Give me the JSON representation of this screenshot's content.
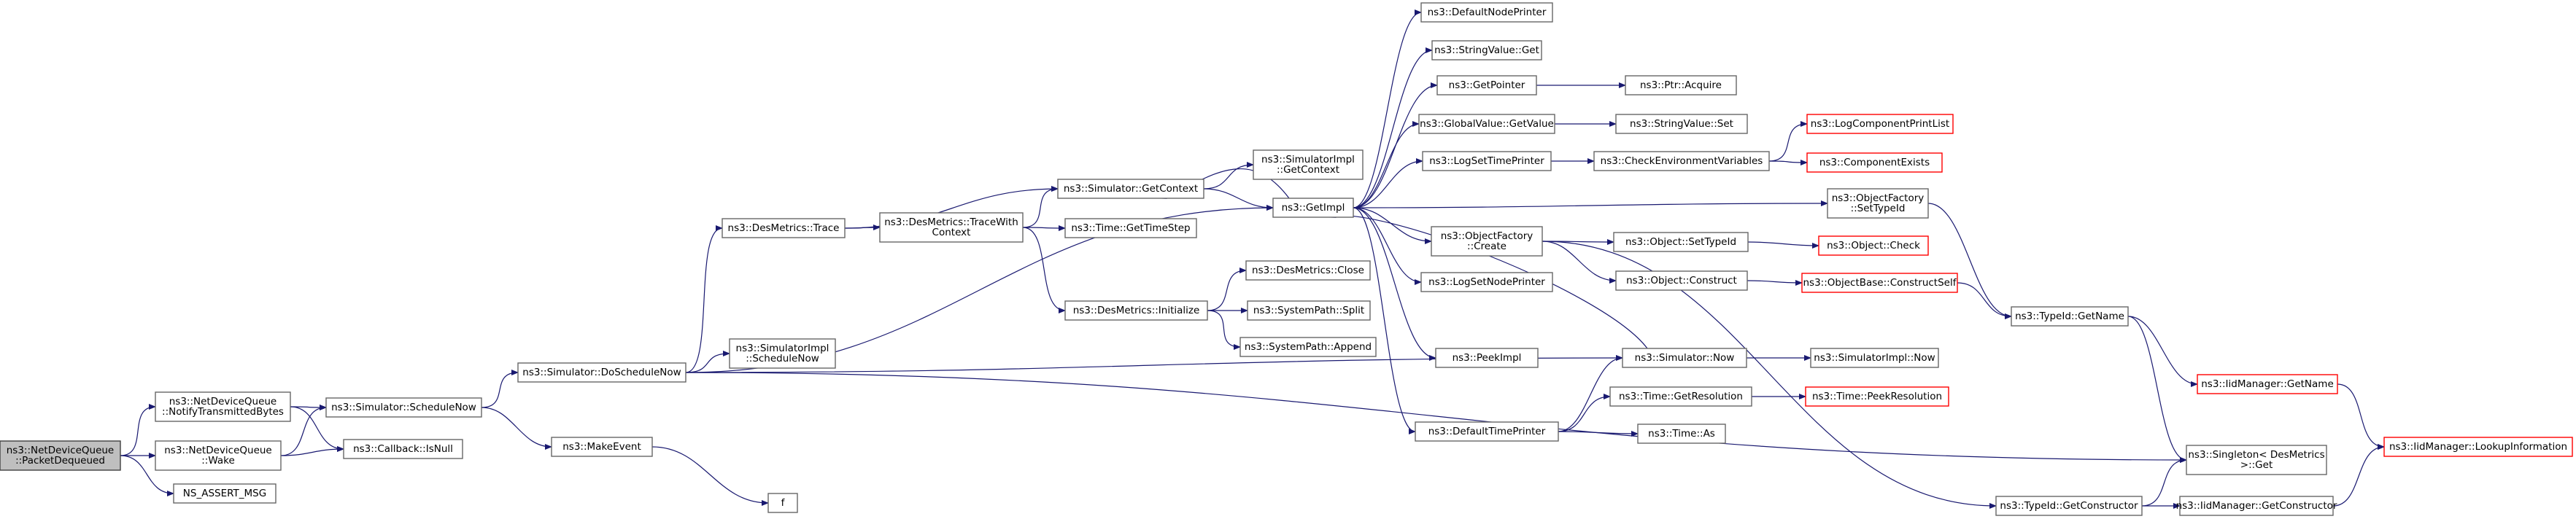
{
  "colors": {
    "edge": "#191970",
    "normal_border": "#666666",
    "highlight_border": "#ff0000",
    "root_fill": "#bfbfbf"
  },
  "nodes": [
    {
      "id": "root",
      "lines": [
        "ns3::NetDeviceQueue",
        "::PacketDequeued"
      ],
      "style": "root"
    },
    {
      "id": "notify",
      "lines": [
        "ns3::NetDeviceQueue",
        "::NotifyTransmittedBytes"
      ]
    },
    {
      "id": "wake",
      "lines": [
        "ns3::NetDeviceQueue",
        "::Wake"
      ]
    },
    {
      "id": "assert",
      "lines": [
        "NS_ASSERT_MSG"
      ]
    },
    {
      "id": "schedulenow",
      "lines": [
        "ns3::Simulator::ScheduleNow"
      ]
    },
    {
      "id": "isnull",
      "lines": [
        "ns3::Callback::IsNull"
      ]
    },
    {
      "id": "doschedulenow",
      "lines": [
        "ns3::Simulator::DoScheduleNow"
      ]
    },
    {
      "id": "makeevent",
      "lines": [
        "ns3::MakeEvent"
      ]
    },
    {
      "id": "f",
      "lines": [
        "f"
      ]
    },
    {
      "id": "destrace",
      "lines": [
        "ns3::DesMetrics::Trace"
      ]
    },
    {
      "id": "simimplschednow",
      "lines": [
        "ns3::SimulatorImpl",
        "::ScheduleNow"
      ]
    },
    {
      "id": "tracewithcontext",
      "lines": [
        "ns3::DesMetrics::TraceWith",
        "Context"
      ]
    },
    {
      "id": "getcontext",
      "lines": [
        "ns3::Simulator::GetContext"
      ]
    },
    {
      "id": "gettimestep",
      "lines": [
        "ns3::Time::GetTimeStep"
      ]
    },
    {
      "id": "desinit",
      "lines": [
        "ns3::DesMetrics::Initialize"
      ]
    },
    {
      "id": "simimplgetcontext",
      "lines": [
        "ns3::SimulatorImpl",
        "::GetContext"
      ]
    },
    {
      "id": "desclose",
      "lines": [
        "ns3::DesMetrics::Close"
      ]
    },
    {
      "id": "syssplit",
      "lines": [
        "ns3::SystemPath::Split"
      ]
    },
    {
      "id": "sysappend",
      "lines": [
        "ns3::SystemPath::Append"
      ]
    },
    {
      "id": "getimpl",
      "lines": [
        "ns3::GetImpl"
      ]
    },
    {
      "id": "defnodeprinter",
      "lines": [
        "ns3::DefaultNodePrinter"
      ]
    },
    {
      "id": "stringvalueget",
      "lines": [
        "ns3::StringValue::Get"
      ]
    },
    {
      "id": "getpointer",
      "lines": [
        "ns3::GetPointer"
      ]
    },
    {
      "id": "globalvalueget",
      "lines": [
        "ns3::GlobalValue::GetValue"
      ]
    },
    {
      "id": "logsettimeprinter",
      "lines": [
        "ns3::LogSetTimePrinter"
      ]
    },
    {
      "id": "objfactorycreate",
      "lines": [
        "ns3::ObjectFactory",
        "::Create"
      ]
    },
    {
      "id": "logsetnodeprinter",
      "lines": [
        "ns3::LogSetNodePrinter"
      ]
    },
    {
      "id": "peekimpl",
      "lines": [
        "ns3::PeekImpl"
      ]
    },
    {
      "id": "simnow",
      "lines": [
        "ns3::Simulator::Now"
      ]
    },
    {
      "id": "deftimeprinter",
      "lines": [
        "ns3::DefaultTimePrinter"
      ]
    },
    {
      "id": "ptracquire",
      "lines": [
        "ns3::Ptr::Acquire"
      ]
    },
    {
      "id": "stringvalueset",
      "lines": [
        "ns3::StringValue::Set"
      ]
    },
    {
      "id": "checkenv",
      "lines": [
        "ns3::CheckEnvironmentVariables"
      ]
    },
    {
      "id": "objsettypeid",
      "lines": [
        "ns3::Object::SetTypeId"
      ]
    },
    {
      "id": "objconstruct",
      "lines": [
        "ns3::Object::Construct"
      ]
    },
    {
      "id": "gettimeres",
      "lines": [
        "ns3::Time::GetResolution"
      ]
    },
    {
      "id": "timeas",
      "lines": [
        "ns3::Time::As"
      ]
    },
    {
      "id": "logcompprintlist",
      "lines": [
        "ns3::LogComponentPrintList"
      ],
      "style": "red"
    },
    {
      "id": "compexists",
      "lines": [
        "ns3::ComponentExists"
      ],
      "style": "red"
    },
    {
      "id": "objcheck",
      "lines": [
        "ns3::Object::Check"
      ],
      "style": "red"
    },
    {
      "id": "objbaseconstructself",
      "lines": [
        "ns3::ObjectBase::ConstructSelf"
      ],
      "style": "red"
    },
    {
      "id": "simimplnow",
      "lines": [
        "ns3::SimulatorImpl::Now"
      ]
    },
    {
      "id": "peekres",
      "lines": [
        "ns3::Time::PeekResolution"
      ],
      "style": "red"
    },
    {
      "id": "typeidgetconstructor",
      "lines": [
        "ns3::TypeId::GetConstructor"
      ]
    },
    {
      "id": "objfactorysettypeid",
      "lines": [
        "ns3::ObjectFactory",
        "::SetTypeId"
      ]
    },
    {
      "id": "typeidgetname",
      "lines": [
        "ns3::TypeId::GetName"
      ]
    },
    {
      "id": "singletonget",
      "lines": [
        "ns3::Singleton< DesMetrics",
        " >::Get"
      ]
    },
    {
      "id": "iidmgrgetconstructor",
      "lines": [
        "ns3::IidManager::GetConstructor"
      ]
    },
    {
      "id": "iidmgrgetname",
      "lines": [
        "ns3::IidManager::GetName"
      ],
      "style": "red"
    },
    {
      "id": "iidmgrlookup",
      "lines": [
        "ns3::IidManager::LookupInformation"
      ],
      "style": "red"
    }
  ],
  "edges": [
    [
      "root",
      "notify"
    ],
    [
      "root",
      "wake"
    ],
    [
      "root",
      "assert"
    ],
    [
      "notify",
      "schedulenow"
    ],
    [
      "notify",
      "isnull"
    ],
    [
      "wake",
      "schedulenow"
    ],
    [
      "wake",
      "isnull"
    ],
    [
      "schedulenow",
      "doschedulenow"
    ],
    [
      "schedulenow",
      "makeevent"
    ],
    [
      "makeevent",
      "f"
    ],
    [
      "doschedulenow",
      "destrace"
    ],
    [
      "doschedulenow",
      "simimplschednow"
    ],
    [
      "doschedulenow",
      "getimpl"
    ],
    [
      "doschedulenow",
      "simnow"
    ],
    [
      "doschedulenow",
      "singletonget"
    ],
    [
      "destrace",
      "tracewithcontext"
    ],
    [
      "destrace",
      "getcontext"
    ],
    [
      "tracewithcontext",
      "getcontext"
    ],
    [
      "tracewithcontext",
      "gettimestep"
    ],
    [
      "tracewithcontext",
      "desinit"
    ],
    [
      "getcontext",
      "simimplgetcontext"
    ],
    [
      "getcontext",
      "getimpl"
    ],
    [
      "desinit",
      "desclose"
    ],
    [
      "desinit",
      "syssplit"
    ],
    [
      "desinit",
      "sysappend"
    ],
    [
      "getimpl",
      "getcontext"
    ],
    [
      "getimpl",
      "defnodeprinter"
    ],
    [
      "getimpl",
      "stringvalueget"
    ],
    [
      "getimpl",
      "getpointer"
    ],
    [
      "getimpl",
      "globalvalueget"
    ],
    [
      "getimpl",
      "logsettimeprinter"
    ],
    [
      "getimpl",
      "objfactorysettypeid"
    ],
    [
      "getimpl",
      "objfactorycreate"
    ],
    [
      "getimpl",
      "logsetnodeprinter"
    ],
    [
      "getimpl",
      "peekimpl"
    ],
    [
      "getimpl",
      "deftimeprinter"
    ],
    [
      "getpointer",
      "ptracquire"
    ],
    [
      "globalvalueget",
      "stringvalueset"
    ],
    [
      "logsettimeprinter",
      "checkenv"
    ],
    [
      "checkenv",
      "logcompprintlist"
    ],
    [
      "checkenv",
      "compexists"
    ],
    [
      "objfactorycreate",
      "objsettypeid"
    ],
    [
      "objfactorycreate",
      "objconstruct"
    ],
    [
      "objfactorycreate",
      "typeidgetconstructor"
    ],
    [
      "objsettypeid",
      "objcheck"
    ],
    [
      "objconstruct",
      "objbaseconstructself"
    ],
    [
      "objbaseconstructself",
      "typeidgetname"
    ],
    [
      "simnow",
      "getimpl"
    ],
    [
      "simnow",
      "simimplnow"
    ],
    [
      "deftimeprinter",
      "simnow"
    ],
    [
      "deftimeprinter",
      "gettimeres"
    ],
    [
      "deftimeprinter",
      "timeas"
    ],
    [
      "gettimeres",
      "peekres"
    ],
    [
      "objfactorysettypeid",
      "typeidgetname"
    ],
    [
      "typeidgetname",
      "iidmgrgetname"
    ],
    [
      "typeidgetname",
      "singletonget"
    ],
    [
      "iidmgrgetname",
      "iidmgrlookup"
    ],
    [
      "typeidgetconstructor",
      "iidmgrgetconstructor"
    ],
    [
      "typeidgetconstructor",
      "singletonget"
    ],
    [
      "iidmgrgetconstructor",
      "iidmgrlookup"
    ]
  ]
}
